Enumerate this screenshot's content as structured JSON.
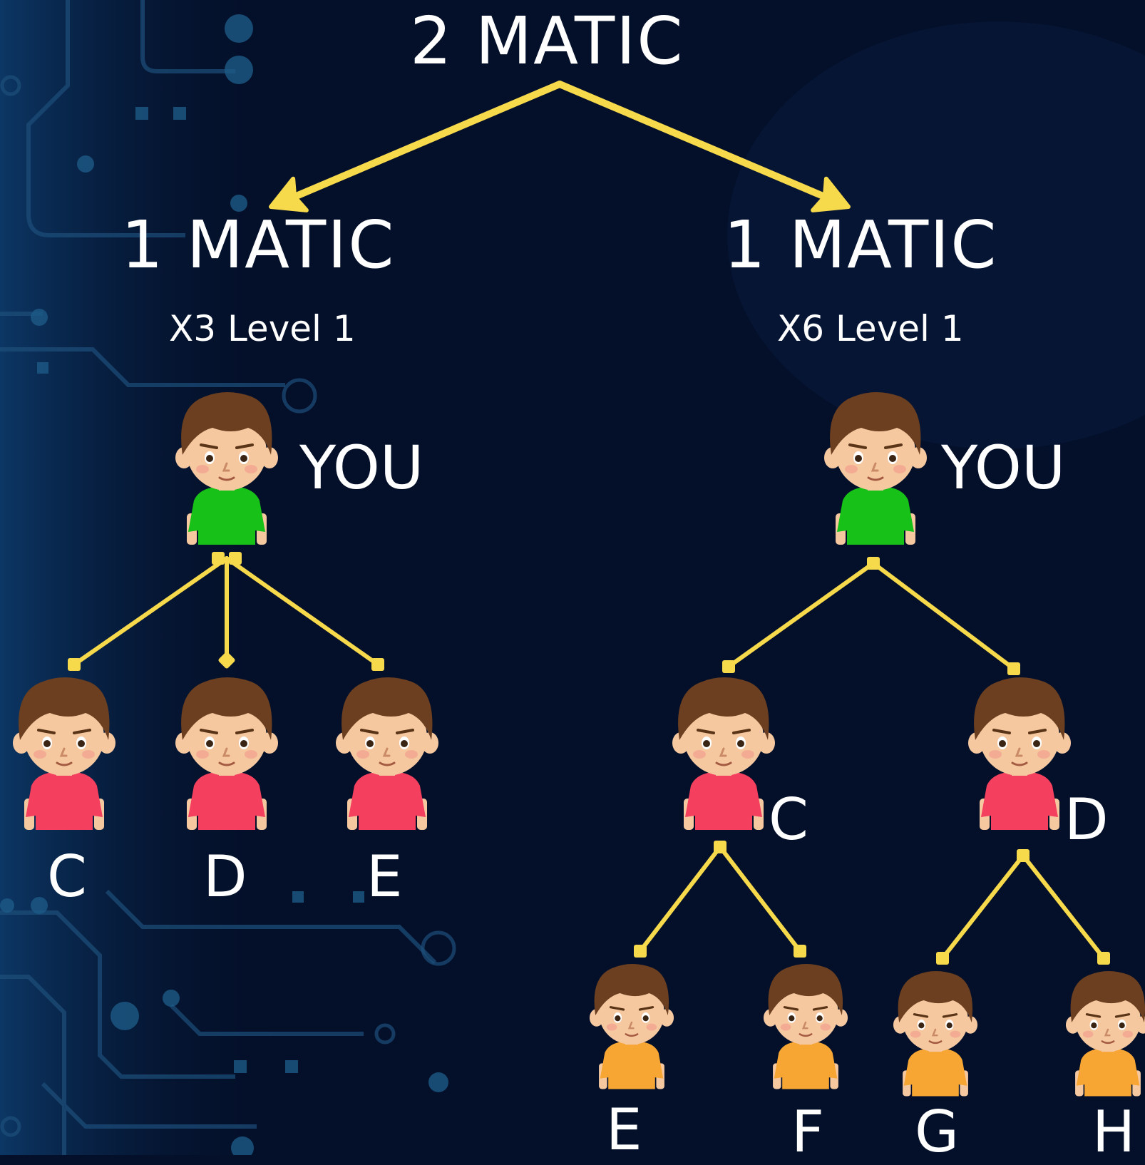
{
  "title": "2 MATIC",
  "branches": [
    {
      "amount": "1 MATIC",
      "program": "X3 Level 1",
      "you_label": "YOU",
      "children": [
        "C",
        "D",
        "E"
      ]
    },
    {
      "amount": "1 MATIC",
      "program": "X6 Level 1",
      "you_label": "YOU",
      "children": [
        "C",
        "D"
      ],
      "grandchildren": [
        "E",
        "F",
        "G",
        "H"
      ]
    }
  ],
  "colors": {
    "background": "#04102a",
    "connector": "#f7d94c",
    "text": "#ffffff",
    "shirt_you": "#17c117",
    "shirt_level1": "#f43f5e",
    "shirt_level2": "#f8a633"
  },
  "icons": [
    "boy-avatar-icon",
    "arrow-connector-icon"
  ]
}
